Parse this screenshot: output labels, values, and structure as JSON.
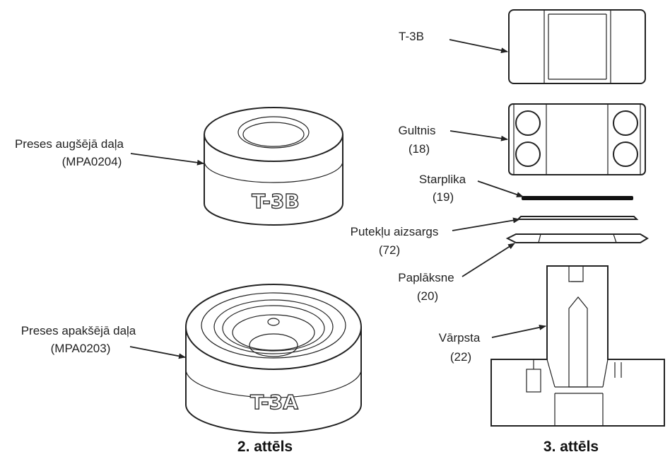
{
  "figure2": {
    "caption": "2. attēls",
    "top_label_line1": "Preses augšējā daļa",
    "top_label_line2": "(MPA0204)",
    "top_marking": "T-3B",
    "bottom_label_line1": "Preses apakšējā daļa",
    "bottom_label_line2": "(MPA0203)",
    "bottom_marking": "T-3A"
  },
  "figure3": {
    "caption": "3. attēls",
    "t3b_label": "T-3B",
    "bearing_label": "Gultnis",
    "bearing_num": "(18)",
    "spacer_label": "Starplika",
    "spacer_num": "(19)",
    "dust_label": "Putekļu aizsargs",
    "dust_num": "(72)",
    "washer_label": "Paplāksne",
    "washer_num": "(20)",
    "shaft_label": "Vārpsta",
    "shaft_num": "(22)"
  }
}
